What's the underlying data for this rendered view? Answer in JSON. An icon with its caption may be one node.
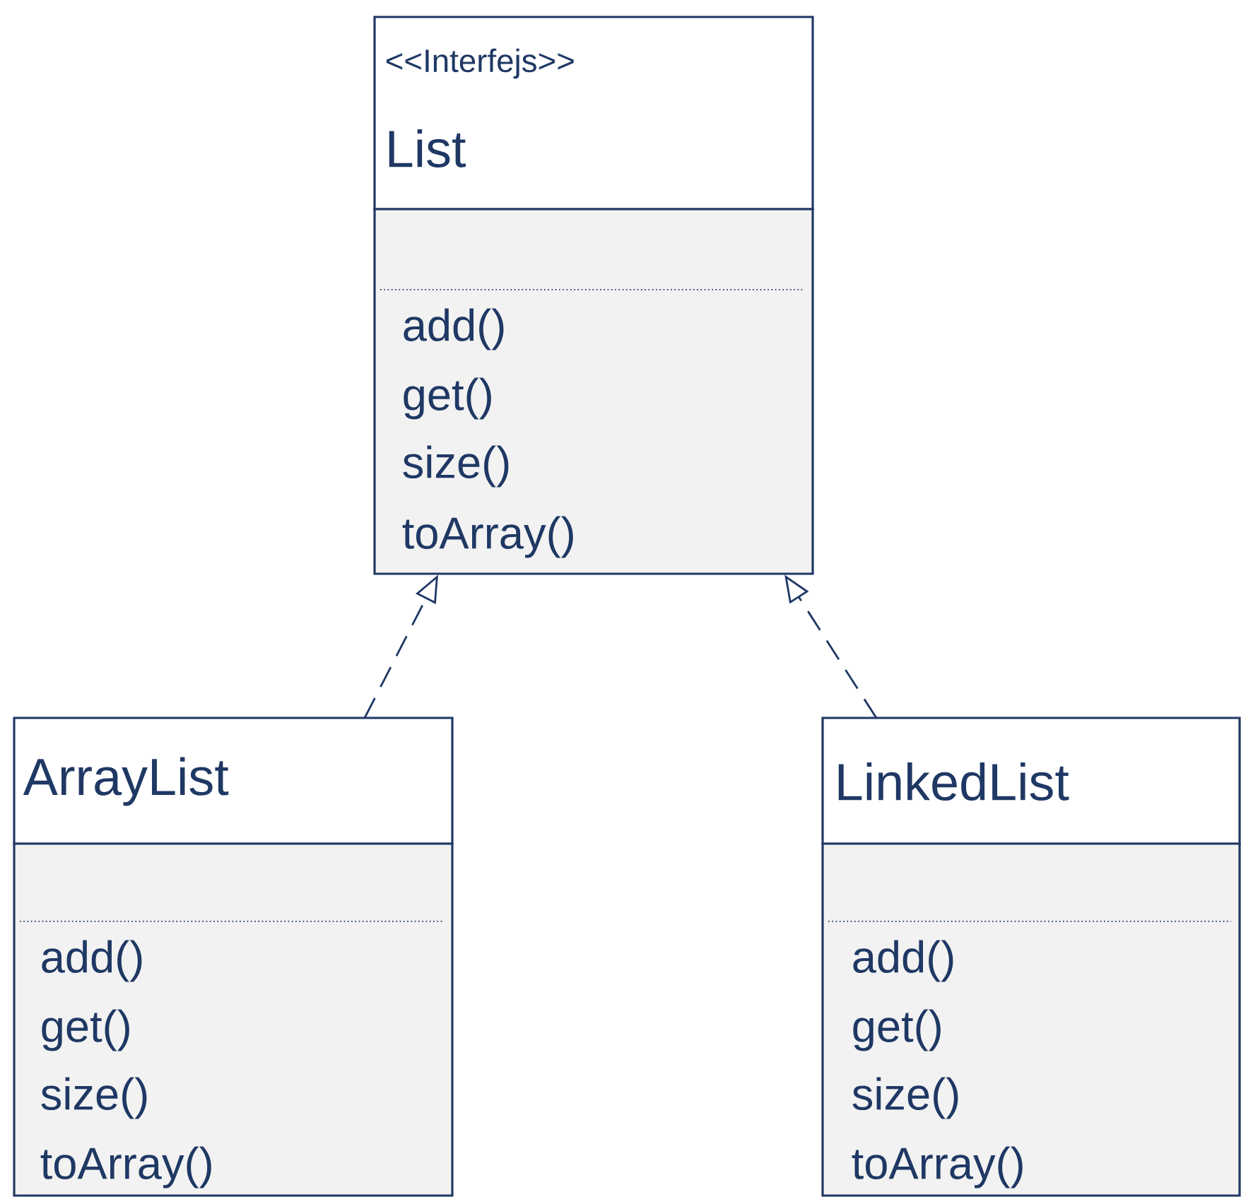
{
  "diagram": {
    "nodes": [
      {
        "text": [
          "<<Interfejs>>",
          "List",
          "add()",
          "get()",
          "size()",
          "toArray()"
        ]
      },
      {
        "text": [
          "ArrayList",
          "add()",
          "get()",
          "size()",
          "toArray()"
        ]
      },
      {
        "text": [
          "LinkedList",
          "add()",
          "get()",
          "size()",
          "toArray()"
        ]
      }
    ],
    "edges": [
      {
        "from": 1,
        "to": 0,
        "arrow": "to",
        "style": "dashed"
      },
      {
        "from": 2,
        "to": 0,
        "arrow": "to",
        "style": "dashed"
      }
    ]
  }
}
